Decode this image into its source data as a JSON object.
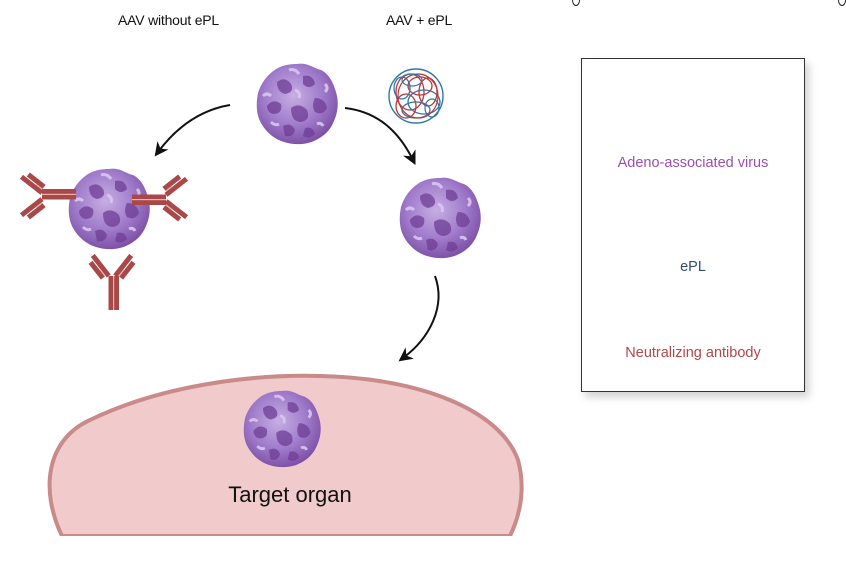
{
  "labels": {
    "without_epl": "AAV without ePL",
    "with_epl": "AAV + ePL",
    "organ": "Target organ"
  },
  "legend": {
    "items": [
      {
        "icon": "aav-particle-icon",
        "label": "Adeno-associated virus",
        "color": "#9b4fb0"
      },
      {
        "icon": "epl-polymer-icon",
        "label": "ePL",
        "color": "#2f4f6a"
      },
      {
        "icon": "antibody-icon",
        "label": "Neutralizing antibody",
        "color": "#b04848"
      }
    ]
  },
  "colors": {
    "aav_light": "#b89ad8",
    "aav_mid": "#9a72c2",
    "aav_dark": "#6e3d94",
    "antibody": "#a84848",
    "antibody_highlight": "#e6b3ad",
    "epl_red": "#c0343a",
    "epl_blue": "#2e77a8",
    "organ_fill": "#f1cbcb",
    "organ_stroke": "#c98a8a",
    "arrow": "#111111"
  }
}
